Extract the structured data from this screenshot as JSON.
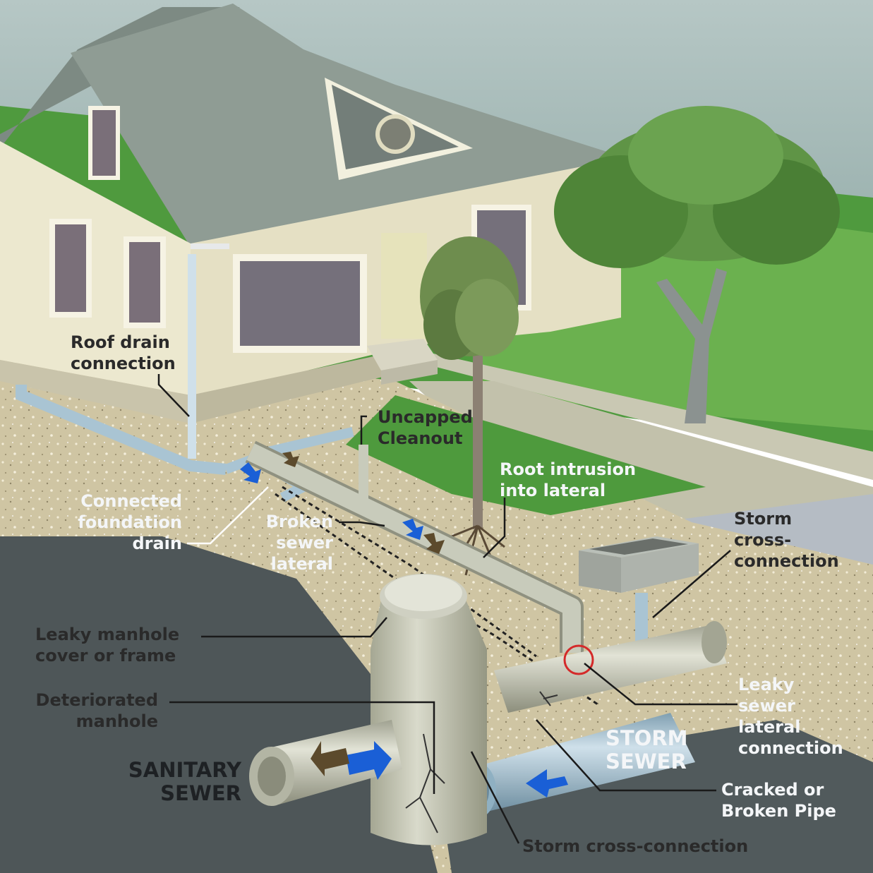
{
  "labels": {
    "roof_drain": [
      "Roof drain",
      "connection"
    ],
    "uncapped_cleanout": [
      "Uncapped",
      "Cleanout"
    ],
    "root_intrusion": [
      "Root intrusion",
      "into lateral"
    ],
    "connected_foundation": [
      "Connected",
      "foundation",
      "drain"
    ],
    "broken_lateral": [
      "Broken",
      "sewer",
      "lateral"
    ],
    "storm_cross_top": [
      "Storm",
      "cross-",
      "connection"
    ],
    "leaky_manhole": [
      "Leaky manhole",
      "cover or frame"
    ],
    "deteriorated_manhole": [
      "Deteriorated",
      "manhole"
    ],
    "leaky_lateral_connection": [
      "Leaky",
      "sewer",
      "lateral",
      "connection"
    ],
    "storm_sewer": [
      "STORM",
      "SEWER"
    ],
    "sanitary_sewer": [
      "SANITARY",
      "SEWER"
    ],
    "cracked_pipe": [
      "Cracked or",
      "Broken Pipe"
    ],
    "storm_cross_bottom": "Storm cross-connection"
  },
  "colors": {
    "sky": "#9eb5b2",
    "grass": "#5fa547",
    "soil": "#d8cfae",
    "house_wall": "#ece8cf",
    "roof": "#8a9890",
    "pipe": "#c8cbbb",
    "storm_pipe": "#a9c4d3",
    "flow_arrow_blue": "#1a5fd6",
    "flow_arrow_brown": "#5c4a2c",
    "highlight_ring": "#d42a2a"
  }
}
